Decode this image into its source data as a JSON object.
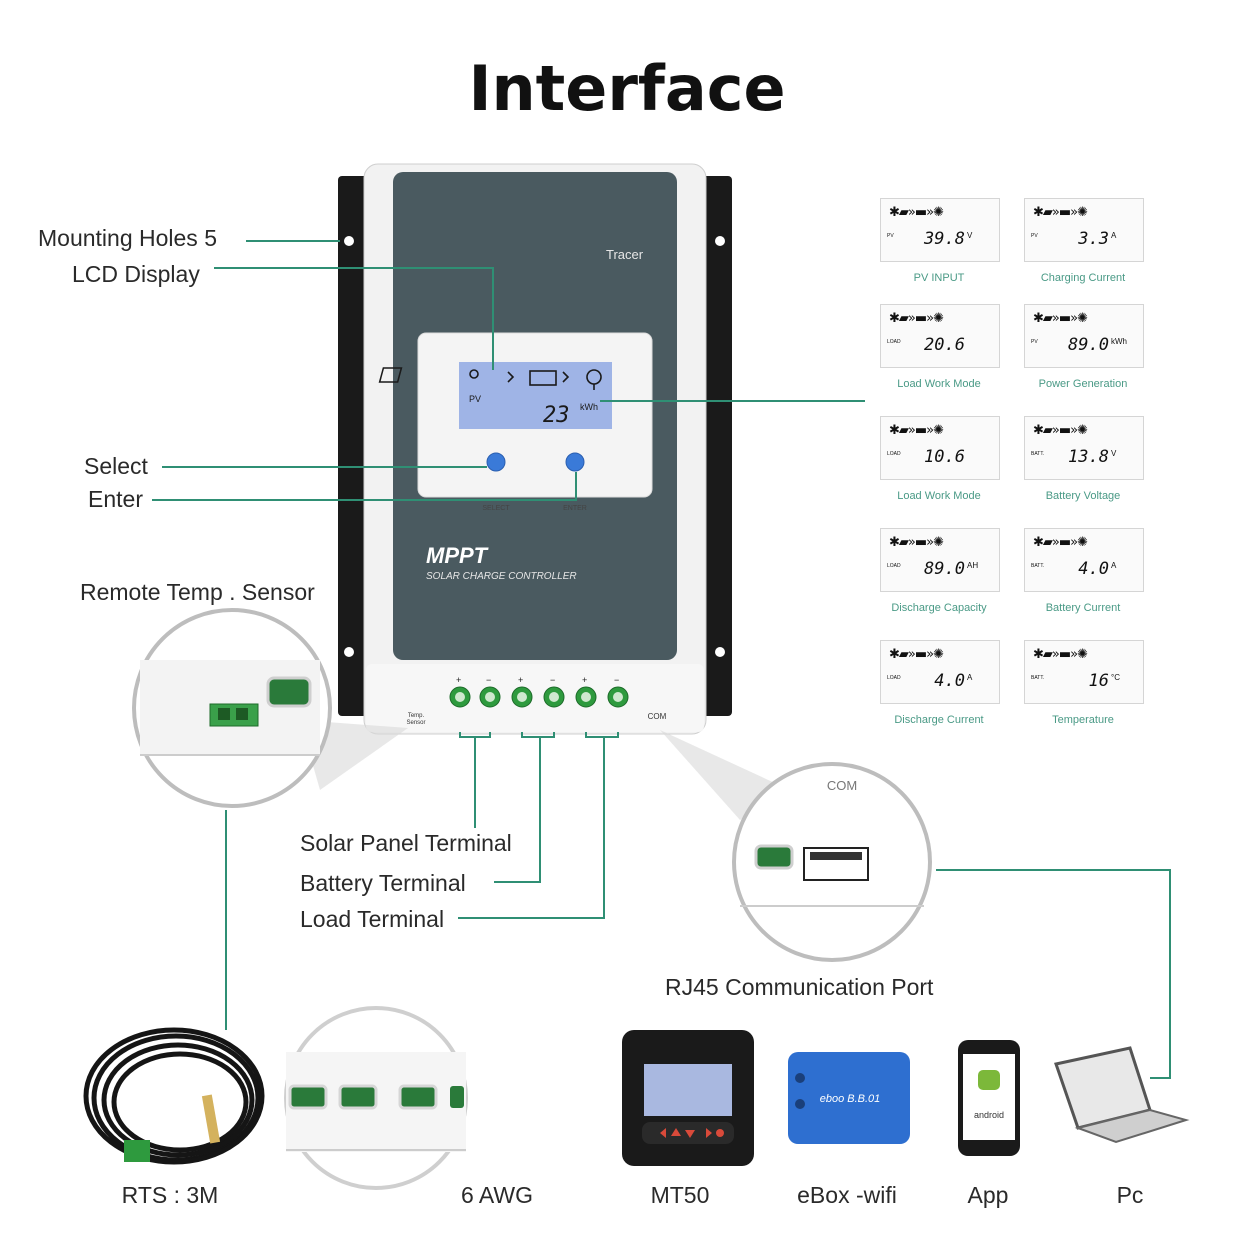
{
  "title": "Interface",
  "device": {
    "brand": "Tracer",
    "model": "MPPT",
    "subtitle": "SOLAR CHARGE CONTROLLER",
    "lcd_pv": "PV",
    "lcd_value": "23",
    "lcd_unit": "kWh",
    "select_label": "SELECT",
    "enter_label": "ENTER",
    "temp_sensor_label_1": "Temp.",
    "temp_sensor_label_2": "Sensor",
    "com_label": "COM",
    "terminal_signs": [
      "+",
      "−",
      "+",
      "−",
      "+",
      "−"
    ]
  },
  "callouts": {
    "mounting_holes": "Mounting Holes  5",
    "lcd_display": "LCD Display",
    "select": "Select",
    "enter": "Enter",
    "remote_temp": "Remote Temp . Sensor",
    "solar_terminal": "Solar Panel Terminal",
    "battery_terminal": "Battery Terminal",
    "load_terminal": "Load Terminal",
    "rj45": "RJ45 Communication Port",
    "com_zoom": "COM"
  },
  "lcd_panels": [
    {
      "tag": "PV",
      "value": "39.8",
      "unit": "V",
      "caption": "PV  INPUT"
    },
    {
      "tag": "PV",
      "value": "3.3",
      "unit": "A",
      "caption": "Charging  Current"
    },
    {
      "tag": "LOAD",
      "value": "20.6",
      "unit": "",
      "caption": "Load  Work  Mode"
    },
    {
      "tag": "PV",
      "value": "89.0",
      "unit": "kWh",
      "caption": "Power  Generation"
    },
    {
      "tag": "LOAD",
      "value": "10.6",
      "unit": "",
      "caption": "Load  Work  Mode"
    },
    {
      "tag": "BATT.",
      "value": "13.8",
      "unit": "V",
      "caption": "Battery  Voltage"
    },
    {
      "tag": "LOAD",
      "value": "89.0",
      "unit": "AH",
      "caption": "Discharge  Capacity"
    },
    {
      "tag": "BATT.",
      "value": "4.0",
      "unit": "A",
      "caption": "Battery  Current"
    },
    {
      "tag": "LOAD",
      "value": "4.0",
      "unit": "A",
      "caption": "Discharge  Current"
    },
    {
      "tag": "BATT.",
      "value": "16",
      "unit": "°C",
      "caption": "Temperature"
    }
  ],
  "accessories": {
    "rts": "RTS : 3M",
    "awg": "6 AWG",
    "mt50": "MT50",
    "ebox": "eBox -wifi",
    "app": "App",
    "pc": "Pc",
    "ebox_text": "eboo B.B.01",
    "app_text": "android"
  },
  "colors": {
    "leader_line": "#2f8f74",
    "device_face": "#4a5a60",
    "lcd_blue": "#9fb4e6",
    "button_blue": "#3a7ad8",
    "terminal_green": "#2e9a3e"
  }
}
